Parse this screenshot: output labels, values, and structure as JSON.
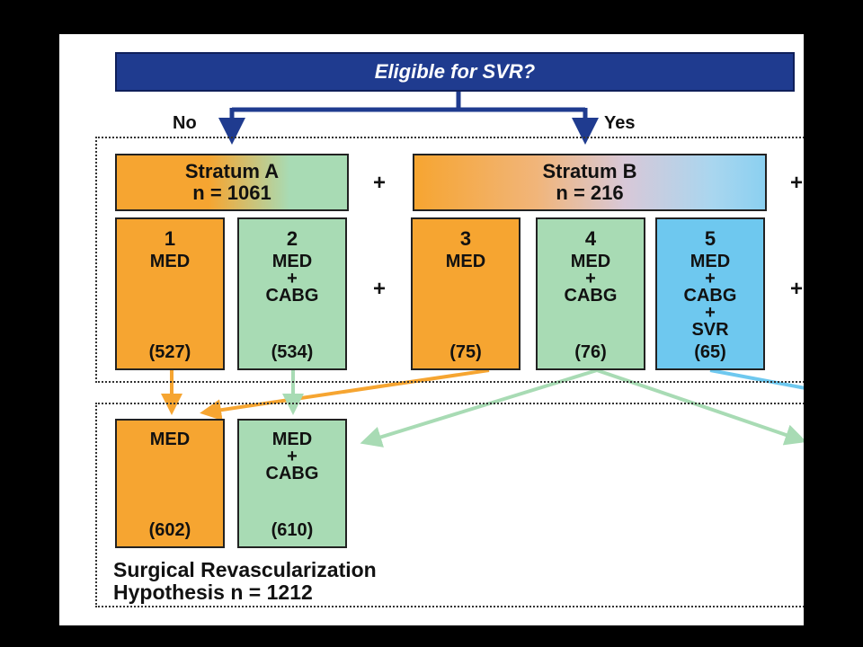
{
  "banner": {
    "question": "Eligible for SVR?"
  },
  "branches": {
    "no": "No",
    "yes": "Yes"
  },
  "stratum_a": {
    "title": "Stratum A",
    "n": "n = 1061"
  },
  "stratum_b": {
    "title": "Stratum B",
    "n": "n = 216"
  },
  "plus": "+",
  "arms": [
    {
      "number": "1",
      "label": "MED",
      "count": "(527)",
      "color": "#f6a531"
    },
    {
      "number": "2",
      "label": "MED\n+\nCABG",
      "count": "(534)",
      "color": "#a8dbb4"
    },
    {
      "number": "3",
      "label": "MED",
      "count": "(75)",
      "color": "#f6a531"
    },
    {
      "number": "4",
      "label": "MED\n+\nCABG",
      "count": "(76)",
      "color": "#a8dbb4"
    },
    {
      "number": "5",
      "label": "MED\n+\nCABG\n+\nSVR",
      "count": "(65)",
      "color": "#6ec8ef"
    }
  ],
  "hypothesis_arms": [
    {
      "label": "MED",
      "count": "(602)",
      "color": "#f6a531"
    },
    {
      "label": "MED\n+\nCABG",
      "count": "(610)",
      "color": "#a8dbb4"
    }
  ],
  "footer": {
    "line1": "Surgical Revascularization",
    "line2": "Hypothesis n = 1212"
  },
  "colors": {
    "navy": "#1f3b8f",
    "orange": "#f6a531",
    "green": "#a8dbb4",
    "blue": "#6ec8ef"
  }
}
